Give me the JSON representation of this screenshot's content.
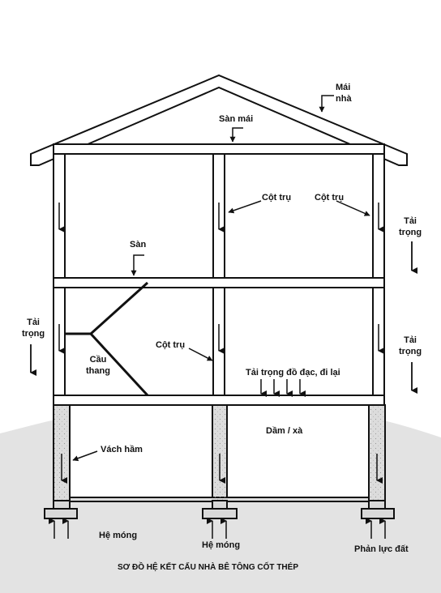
{
  "labels": {
    "mai_nha": "Mái\nnhà",
    "san_mai": "Sàn mái",
    "cot_tru_1": "Cột trụ",
    "cot_tru_2": "Cột trụ",
    "cot_tru_3": "Cột trụ",
    "tai_trong_right_top": "Tải\ntrọng",
    "tai_trong_left": "Tải\ntrọng",
    "tai_trong_right_mid": "Tải\ntrọng",
    "san": "Sàn",
    "cau_thang": "Cầu\nthang",
    "tai_trong_do_dac": "Tải trọng đồ đạc, đi lại",
    "dam_xa": "Dầm / xà",
    "vach_ham": "Vách hầm",
    "he_mong_left": "Hệ móng",
    "he_mong_center": "Hệ móng",
    "phan_luc_dat": "Phản lực đất",
    "title": "SƠ ĐỒ HỆ KẾT CẤU NHÀ BÊ TÔNG CỐT THÉP"
  },
  "colors": {
    "ground": "#e3e3e3",
    "stroke": "#111111",
    "foundation_fill": "#d9d9d9"
  }
}
